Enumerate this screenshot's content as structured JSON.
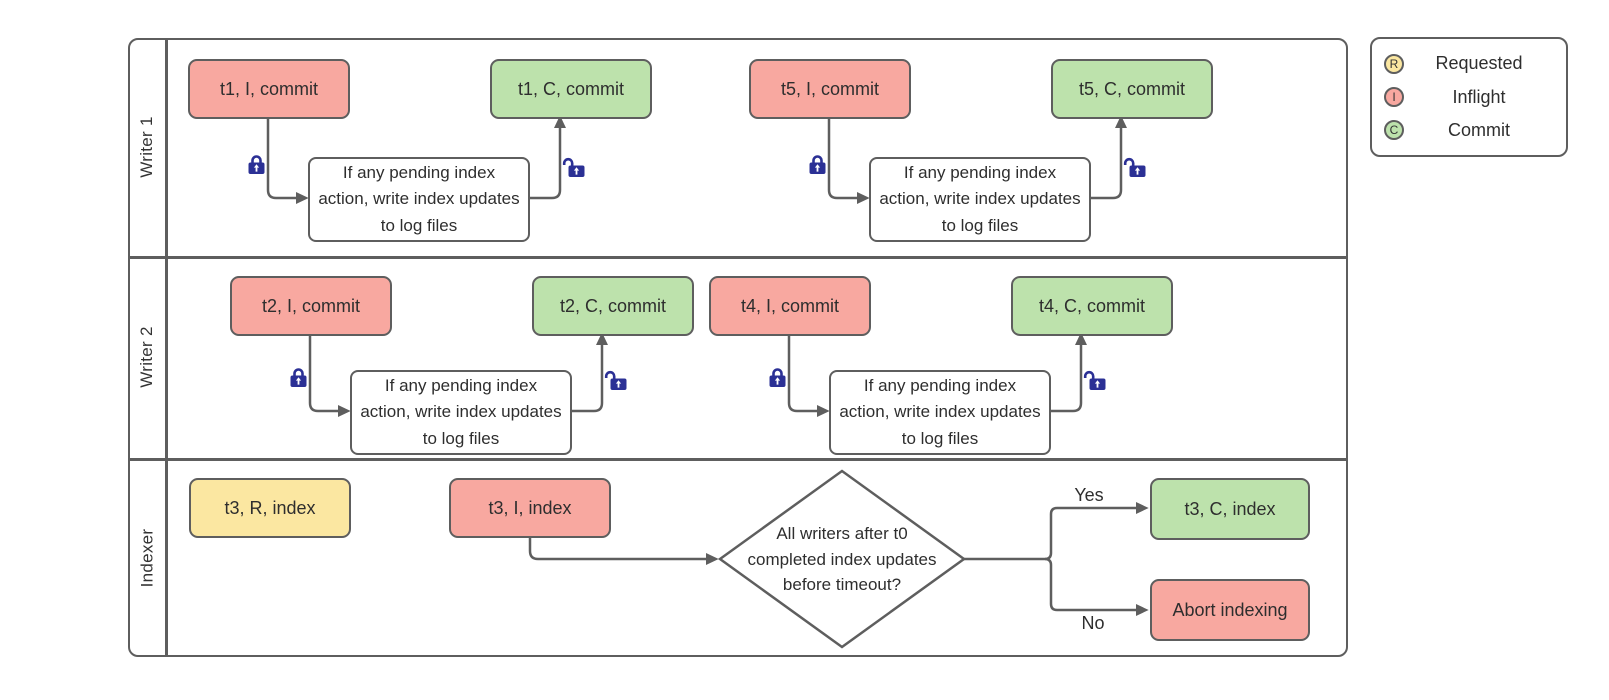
{
  "colors": {
    "inflight": "#F8A8A0",
    "commit": "#BDE2AC",
    "requested": "#FBE7A1",
    "node_border": "#5E5E5E",
    "connector": "#5E5E5E",
    "lock": "#2B3095",
    "text": "#2E2E2E"
  },
  "lanes": [
    {
      "label": "Writer 1"
    },
    {
      "label": "Writer 2"
    },
    {
      "label": "Indexer"
    }
  ],
  "process_note": "If any pending index action, write index updates to log files",
  "writer1": {
    "t1_inflight": "t1, I, commit",
    "t1_commit": "t1, C, commit",
    "t5_inflight": "t5, I, commit",
    "t5_commit": "t5, C, commit"
  },
  "writer2": {
    "t2_inflight": "t2, I, commit",
    "t2_commit": "t2, C, commit",
    "t4_inflight": "t4, I, commit",
    "t4_commit": "t4, C, commit"
  },
  "indexer": {
    "requested": "t3, R, index",
    "inflight": "t3, I, index",
    "decision": "All writers after t0 completed index updates before timeout?",
    "yes": "Yes",
    "no": "No",
    "commit": "t3, C, index",
    "abort": "Abort indexing"
  },
  "legend": {
    "items": [
      {
        "letter": "R",
        "label": "Requested",
        "color": "#FBE7A1"
      },
      {
        "letter": "I",
        "label": "Inflight",
        "color": "#F8A8A0"
      },
      {
        "letter": "C",
        "label": "Commit",
        "color": "#BDE2AC"
      }
    ]
  }
}
